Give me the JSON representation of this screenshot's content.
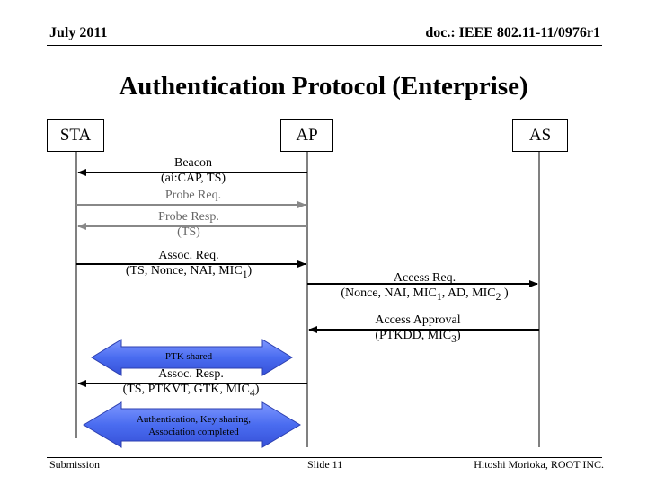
{
  "header": {
    "date": "July 2011",
    "doc": "doc.: IEEE 802.11-11/0976r1"
  },
  "title": "Authentication Protocol (Enterprise)",
  "entities": {
    "sta": "STA",
    "ap": "AP",
    "as": "AS"
  },
  "messages": {
    "beacon": [
      "Beacon",
      "(ai:CAP, TS)"
    ],
    "probe_req": "Probe Req.",
    "probe_resp": [
      "Probe Resp.",
      "(TS)"
    ],
    "assoc_req": {
      "line1": "Assoc. Req.",
      "line2_prefix": "(TS, Nonce, NAI, MIC",
      "line2_sub": "1",
      "line2_suffix": ")"
    },
    "access_req": {
      "line1": "Access Req.",
      "line2_prefix": "(Nonce, NAI, MIC",
      "line2_sub1": "1",
      "line2_mid": ", AD, MIC",
      "line2_sub2": "2",
      "line2_suffix": " )"
    },
    "access_approval": {
      "line1": "Access Approval",
      "line2_prefix": "(PTKDD, MIC",
      "line2_sub": "3",
      "line2_suffix": ")"
    },
    "ptk_shared": "PTK shared",
    "assoc_resp": {
      "line1": "Assoc. Resp.",
      "line2_prefix": "(TS, PTKVT, GTK, MIC",
      "line2_sub": "4",
      "line2_suffix": ")"
    },
    "auth_complete": [
      "Authentication, Key sharing,",
      "Association completed"
    ]
  },
  "colors": {
    "black_arrow": "#000000",
    "grey_arrow": "#888888",
    "shape_fill": "#4a6cf0",
    "shape_stroke": "#2c3fb0"
  },
  "footer": {
    "left": "Submission",
    "center": "Slide 11",
    "right": "Hitoshi Morioka, ROOT INC."
  }
}
